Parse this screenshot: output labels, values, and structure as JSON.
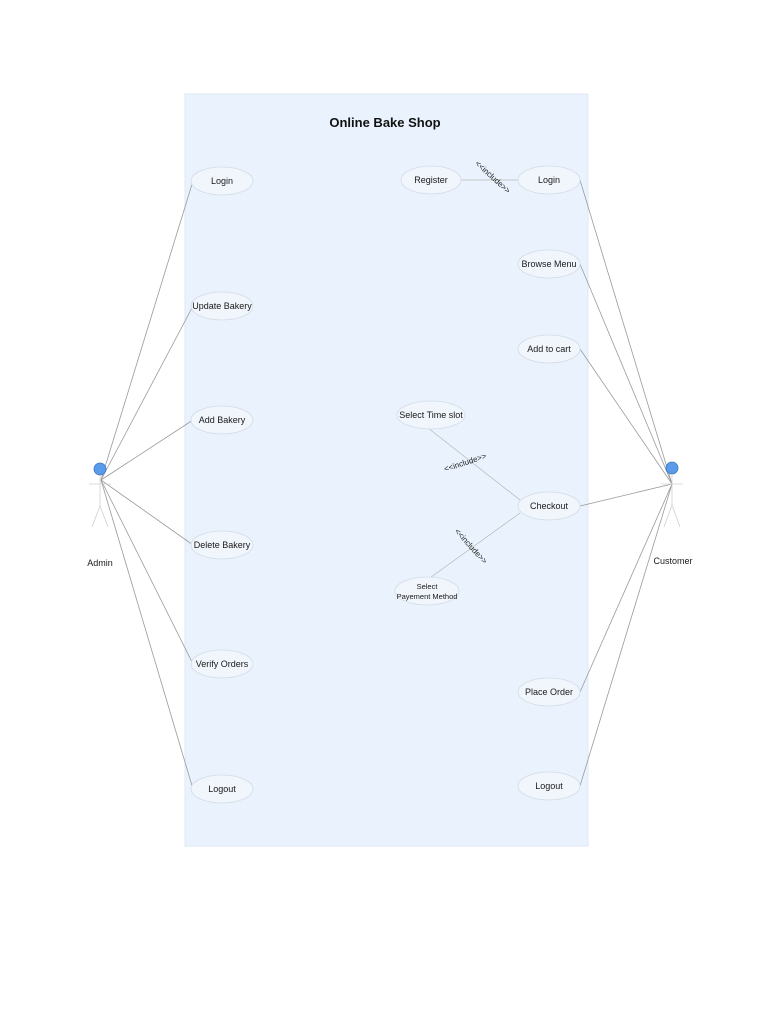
{
  "diagram": {
    "title": "Online Bake Shop",
    "colors": {
      "boundary_fill": "#eaf3fd",
      "usecase_fill": "#f1f6fd",
      "actor_head": "#5b9bec",
      "line": "#9a9a9a"
    },
    "actors": [
      {
        "id": "admin",
        "label": "Admin",
        "icon": "stick-figure-icon"
      },
      {
        "id": "customer",
        "label": "Customer",
        "icon": "stick-figure-icon"
      }
    ],
    "usecases": {
      "admin_login": "Login",
      "update_bakery": "Update Bakery",
      "add_bakery": "Add Bakery",
      "delete_bakery": "Delete Bakery",
      "verify_orders": "Verify Orders",
      "admin_logout": "Logout",
      "register": "Register",
      "customer_login": "Login",
      "browse_menu": "Browse Menu",
      "add_to_cart": "Add to cart",
      "select_time_slot": "Select Time slot",
      "checkout": "Checkout",
      "select_payment_line1": "Select",
      "select_payment_line2": "Payement Method",
      "place_order": "Place Order",
      "customer_logout": "Logout"
    },
    "include_labels": {
      "register_login": "<<include>>",
      "checkout_timeslot": "<<include>>",
      "checkout_payment": "<<include>>"
    }
  }
}
